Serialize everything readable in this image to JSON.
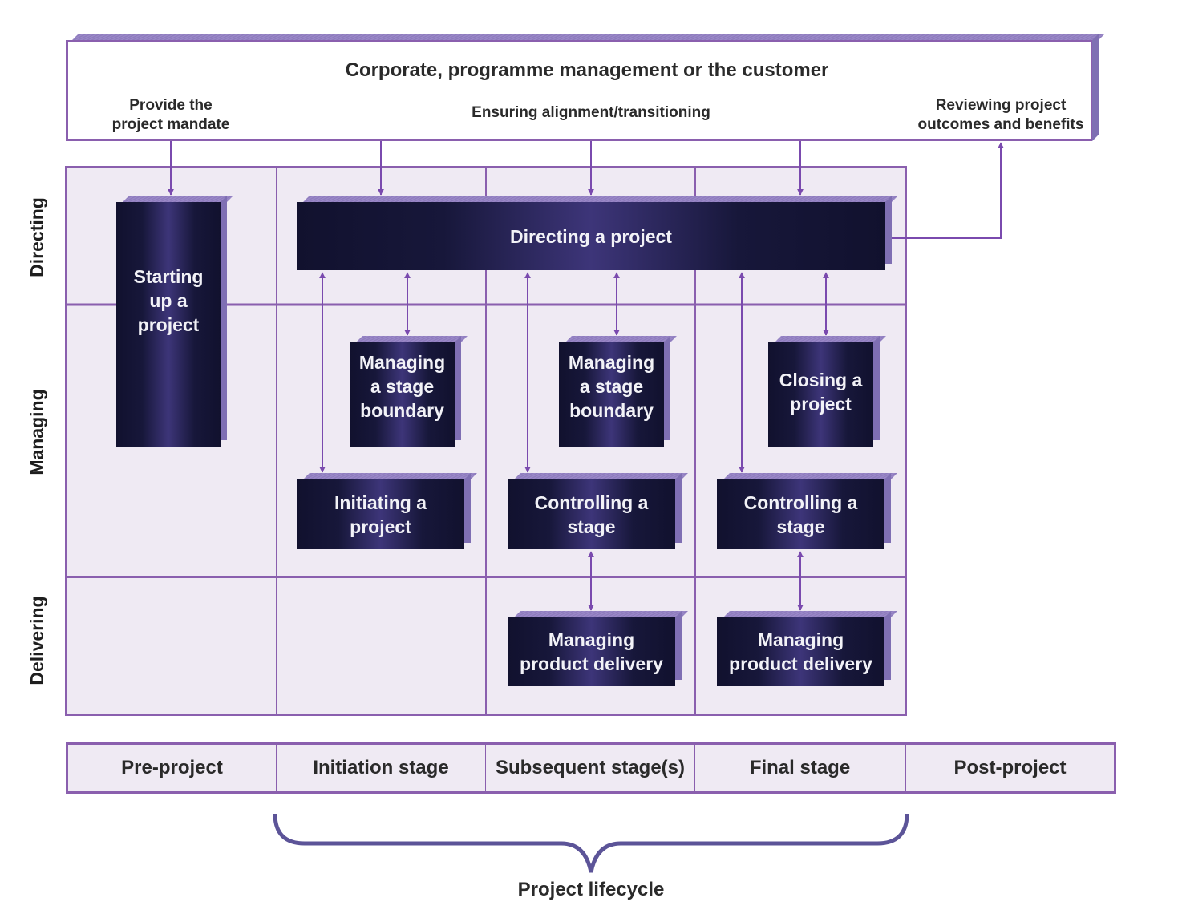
{
  "diagram": {
    "colors": {
      "grid_line": "#8a5fae",
      "arrow": "#7a4aae",
      "grid_fill": "#efeaf3",
      "box_dark": "#11112e",
      "box_light": "#3d3579",
      "bevel": "#8e7cbd",
      "brace": "#5c5498"
    },
    "top_box": {
      "title": "Corporate, programme management or the customer",
      "left_note_line1": "Provide the",
      "left_note_line2": "project mandate",
      "center_note": "Ensuring alignment/transitioning",
      "right_note_line1": "Reviewing project",
      "right_note_line2": "outcomes and benefits"
    },
    "lanes": [
      {
        "label": "Directing"
      },
      {
        "label": "Managing"
      },
      {
        "label": "Delivering"
      }
    ],
    "processes": {
      "starting_up": {
        "lines": [
          "Starting",
          "up a",
          "project"
        ]
      },
      "directing": {
        "lines": [
          "Directing a project"
        ]
      },
      "msb_initiation": {
        "lines": [
          "Managing",
          "a stage",
          "boundary"
        ]
      },
      "msb_subsequent": {
        "lines": [
          "Managing",
          "a stage",
          "boundary"
        ]
      },
      "closing": {
        "lines": [
          "Closing a",
          "project"
        ]
      },
      "initiating": {
        "lines": [
          "Initiating a",
          "project"
        ]
      },
      "controlling_subsequent": {
        "lines": [
          "Controlling a",
          "stage"
        ]
      },
      "controlling_final": {
        "lines": [
          "Controlling a",
          "stage"
        ]
      },
      "mpd_subsequent": {
        "lines": [
          "Managing",
          "product delivery"
        ]
      },
      "mpd_final": {
        "lines": [
          "Managing",
          "product delivery"
        ]
      }
    },
    "stages": [
      {
        "label": "Pre-project"
      },
      {
        "label": "Initiation stage"
      },
      {
        "label": "Subsequent stage(s)"
      },
      {
        "label": "Final stage"
      },
      {
        "label": "Post-project"
      }
    ],
    "lifecycle_label": "Project lifecycle"
  }
}
